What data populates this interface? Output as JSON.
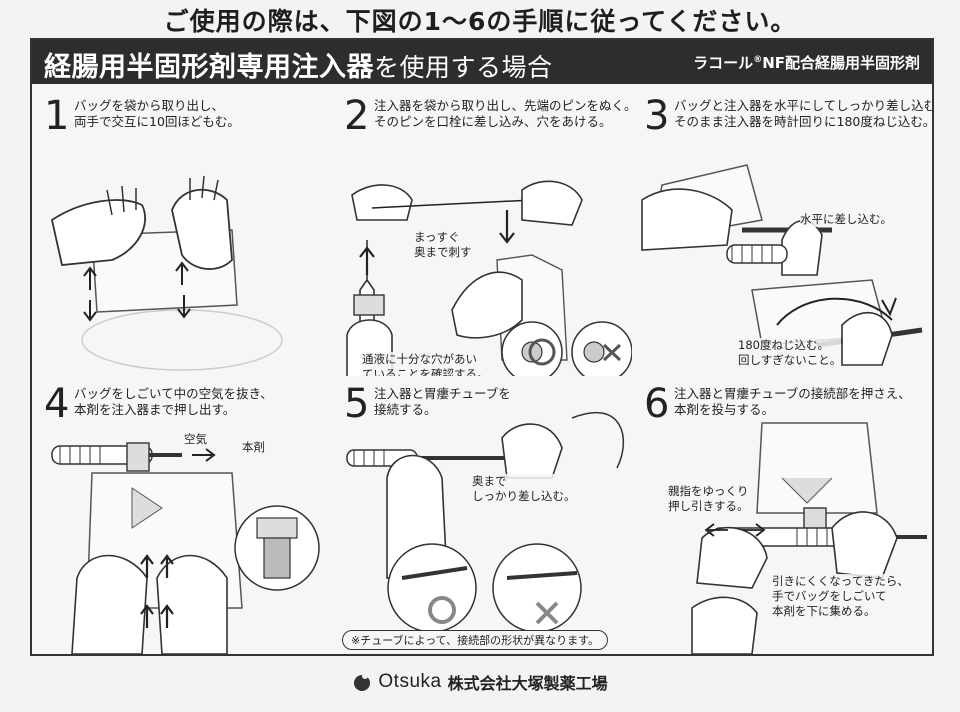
{
  "headline": "ご使用の際は、下図の1〜6の手順に従ってください。",
  "banner": {
    "title_bold": "経腸用半固形剤専用注入器",
    "title_rest": "を使用する場合",
    "product_pre": "ラコール",
    "product_mark": "®",
    "product_post": "NF配合経腸用半固形剤"
  },
  "steps": [
    {
      "num": "1",
      "line1": "バッグを袋から取り出し、",
      "line2": "両手で交互に10回ほどもむ。"
    },
    {
      "num": "2",
      "line1": "注入器を袋から取り出し、先端のピンをぬく。",
      "line2": "そのピンを口栓に差し込み、穴をあける。",
      "note_a1": "まっすぐ",
      "note_a2": "奥まで刺す",
      "note_b1": "通液に十分な穴があい",
      "note_b2": "ていることを確認する。"
    },
    {
      "num": "3",
      "line1": "バッグと注入器を水平にしてしっかり差し込む。",
      "line2": "そのまま注入器を時計回りに180度ねじ込む。",
      "note_a1": "水平に差し込む。",
      "note_b1": "180度ねじ込む。",
      "note_b2": "回しすぎないこと。"
    },
    {
      "num": "4",
      "line1": "バッグをしごいて中の空気を抜き、",
      "line2": "本剤を注入器まで押し出す。",
      "note_a1": "空気",
      "note_b1": "本剤"
    },
    {
      "num": "5",
      "line1": "注入器と胃瘻チューブを",
      "line2": "接続する。",
      "note_a1": "奥まで",
      "note_a2": "しっかり差し込む。",
      "footnote": "※チューブによって、接続部の形状が異なります。"
    },
    {
      "num": "6",
      "line1": "注入器と胃瘻チューブの接続部を押さえ、",
      "line2": "本剤を投与する。",
      "note_a1": "親指をゆっくり",
      "note_a2": "押し引きする。",
      "note_b1": "引きにくくなってきたら、",
      "note_b2": "手でバッグをしごいて",
      "note_b3": "本剤を下に集める。"
    }
  ],
  "footer": {
    "brand": "Otsuka",
    "company": "株式会社大塚製薬工場"
  }
}
